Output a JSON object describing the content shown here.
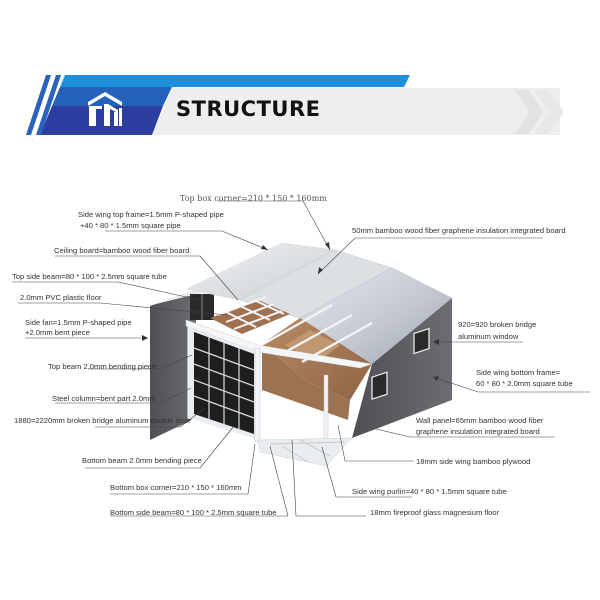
{
  "header": {
    "title": "STRUCTURE",
    "logo_icon": "building-logo-icon",
    "colors": {
      "blue_light": "#1E8FD8",
      "blue_mid": "#2461B8",
      "blue_dark": "#2C3E9E",
      "title_bg": "#EEEEEE",
      "title_text": "#111111"
    }
  },
  "labels": {
    "top_box_corner": "Top box corner=210 * 150 * 160mm",
    "side_wing_top_frame_1": "Side wing top frame=1.5mm P-shaped pipe",
    "side_wing_top_frame_2": "+40 * 80 * 1.5mm square pipe",
    "roof_board": "50mm bamboo wood fiber graphene insulation integrated board",
    "ceiling_board": "Ceiling board=bamboo wood fiber board",
    "top_side_beam": "Top side beam=80 * 100 * 2.5mm square tube",
    "pvc_floor": "2.0mm PVC plastic floor",
    "side_fan_1": "Side fan=1.5mm P-shaped pipe",
    "side_fan_2": "+2.0mm bent piece",
    "window_1": "920=920 broken bridge",
    "window_2": "aluminum window",
    "top_beam": "Top beam 2.0mm bending piece",
    "side_wing_bottom_frame_1": "Side wing bottom frame=",
    "side_wing_bottom_frame_2": "60 * 80 * 2.0mm square tube",
    "steel_column": "Steel column=bent part 2.0mm",
    "double_door": "1880=2220mm broken bridge aluminum double door",
    "wall_panel_1": "Wall panel=65mm bamboo wood fiber",
    "wall_panel_2": "graphene insulation integrated board",
    "bottom_beam": "Bottom beam 2.0mm bending piece",
    "side_wing_plywood": "18mm side wing bamboo plywood",
    "bottom_box_corner": "Bottom box corner=210 * 150 * 160mm",
    "side_wing_purlin": "Side wing purlin=40 * 80 * 1.5mm square tube",
    "bottom_side_beam": "Bottom side beam=80 * 100 * 2.5mm square tube",
    "magnesium_floor": "18mm fireproof glass magnesium floor"
  },
  "illustration": {
    "subject": "expandable-container-house-exploded-view",
    "colors": {
      "roof": "#C9CED6",
      "roof_light": "#E6E8EC",
      "wall": "#5E6066",
      "wall_dark": "#45474C",
      "frame": "#F2F4F7",
      "wood_floor": "#A87A58",
      "door_frame": "#222222",
      "leader_line": "#444444"
    }
  }
}
